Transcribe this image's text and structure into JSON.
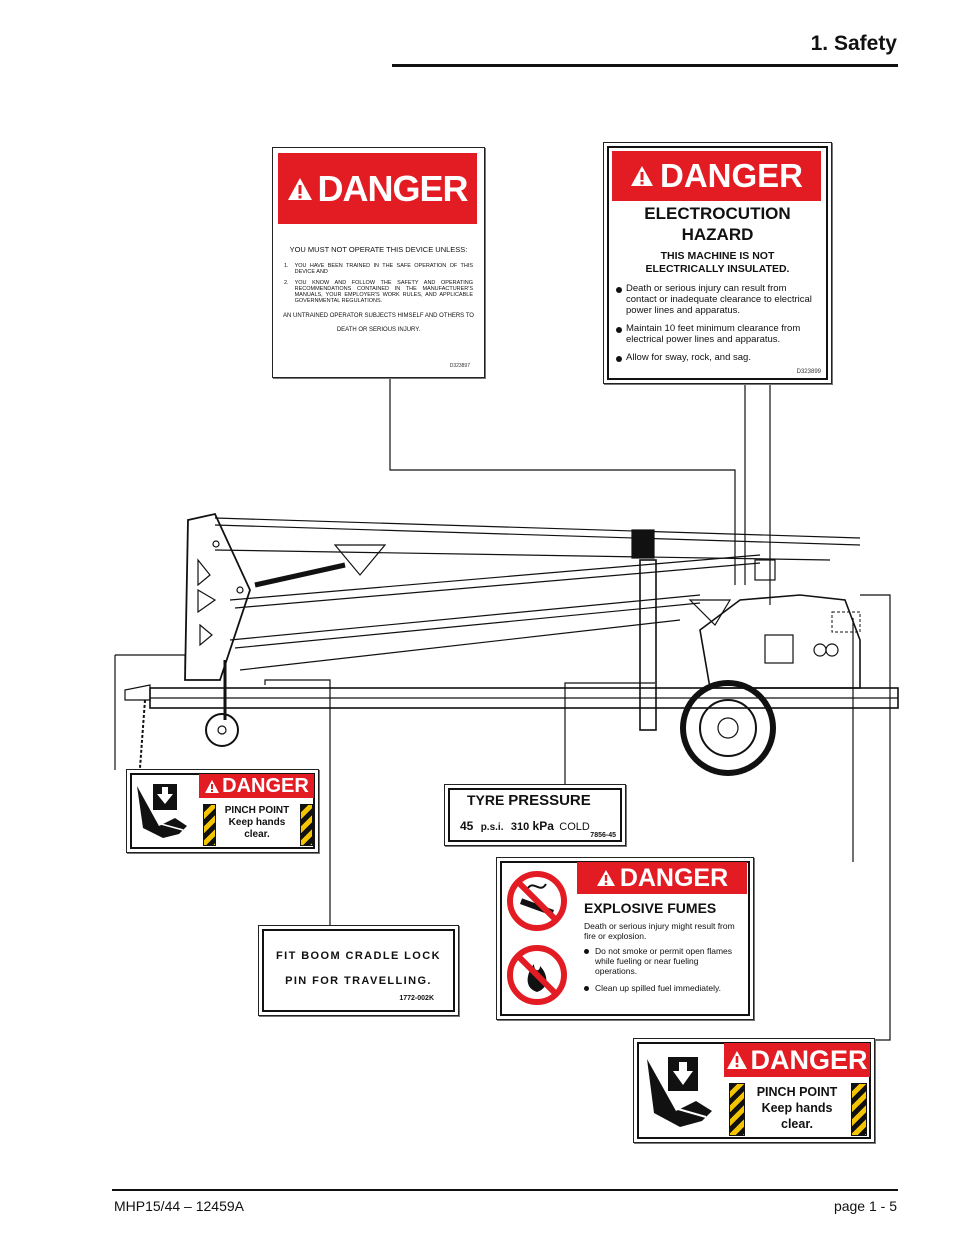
{
  "header": {
    "section_title": "1. Safety"
  },
  "footer": {
    "document_id": "MHP15/44 – 12459A",
    "page_number": "page  1 - 5"
  },
  "decal_operation": {
    "heading": "DANGER",
    "intro": "YOU MUST NOT OPERATE THIS DEVICE UNLESS:",
    "items": [
      {
        "num": "1.",
        "text": "YOU HAVE BEEN TRAINED IN THE SAFE OPERATION OF THIS DEVICE AND"
      },
      {
        "num": "2.",
        "text": "YOU KNOW AND FOLLOW THE SAFETY AND OPERATING RECOMMENDATIONS CONTAINED IN THE MANUFACTURER'S MANUALS, YOUR EMPLOYER'S WORK RULES, AND APPLICABLE GOVERNMENTAL REGULATIONS."
      }
    ],
    "warning": "AN UNTRAINED OPERATOR SUBJECTS HIMSELF AND OTHERS TO DEATH OR SERIOUS INJURY.",
    "code": "D323897"
  },
  "decal_electrocution": {
    "heading": "DANGER",
    "subheading": "ELECTROCUTION HAZARD",
    "notice": "THIS MACHINE IS NOT ELECTRICALLY INSULATED.",
    "bullets": [
      "Death or serious injury can result from contact or inadequate clearance to electrical power lines and apparatus.",
      "Maintain 10 feet minimum clearance from electrical power lines and apparatus.",
      "Allow for sway, rock, and sag."
    ],
    "code": "D323899"
  },
  "decal_pinch_small": {
    "heading": "DANGER",
    "text": "PINCH POINT Keep hands clear."
  },
  "decal_tyre": {
    "word1": "TYRE",
    "word2": "PRESSURE",
    "psi_value": "45",
    "psi_unit": "p.s.i.",
    "kpa_value": "310",
    "kpa_unit": "kPa",
    "cold": "COLD",
    "code": "7856-45"
  },
  "decal_fumes": {
    "heading": "DANGER",
    "subheading": "EXPLOSIVE FUMES",
    "intro": "Death or serious injury might result from fire or explosion.",
    "bullets": [
      "Do not smoke or permit open flames while fueling or near fueling operations.",
      "Clean up spilled fuel immediately."
    ]
  },
  "decal_cradle": {
    "text": "FIT BOOM CRADLE LOCK PIN FOR TRAVELLING.",
    "code": "1772-002K"
  },
  "decal_pinch_large": {
    "heading": "DANGER",
    "text": "PINCH POINT Keep hands clear."
  },
  "colors": {
    "danger_red": "#e31b23",
    "stripe_yellow": "#f5c400"
  }
}
